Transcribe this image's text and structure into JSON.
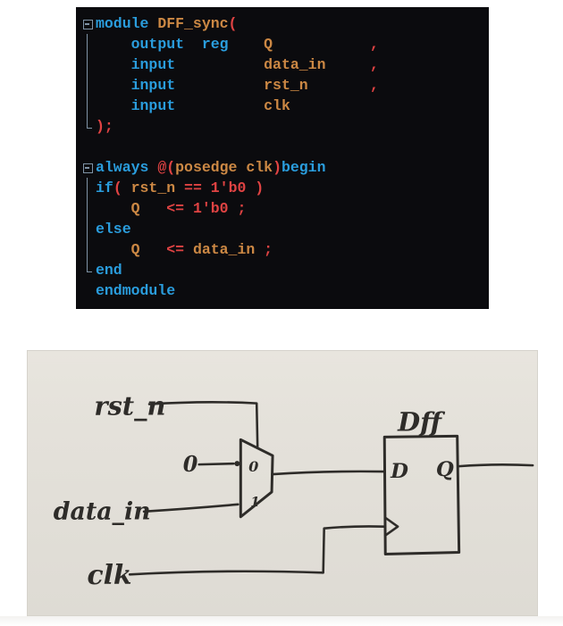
{
  "code_editor": {
    "background": "#0b0b0e",
    "colors": {
      "keyword": "#2a9ddd",
      "identifier": "#cc8844",
      "operator": "#e04343",
      "plain": "#c8c8c8",
      "fold_marker": "#7f93a6"
    },
    "lines": [
      {
        "gutter": "box",
        "tokens": [
          [
            "module",
            "kw"
          ],
          [
            " ",
            "pl"
          ],
          [
            "DFF_sync",
            "id"
          ],
          [
            "(",
            "op"
          ]
        ]
      },
      {
        "gutter": "line",
        "tokens": [
          [
            "    ",
            "pl"
          ],
          [
            "output",
            "kw"
          ],
          [
            "  ",
            "pl"
          ],
          [
            "reg",
            "kw"
          ],
          [
            "    ",
            "pl"
          ],
          [
            "Q",
            "id"
          ],
          [
            "           ",
            "pl"
          ],
          [
            ",",
            "op"
          ]
        ]
      },
      {
        "gutter": "line",
        "tokens": [
          [
            "    ",
            "pl"
          ],
          [
            "input",
            "kw"
          ],
          [
            "          ",
            "pl"
          ],
          [
            "data_in",
            "id"
          ],
          [
            "     ",
            "pl"
          ],
          [
            ",",
            "op"
          ]
        ]
      },
      {
        "gutter": "line",
        "tokens": [
          [
            "    ",
            "pl"
          ],
          [
            "input",
            "kw"
          ],
          [
            "          ",
            "pl"
          ],
          [
            "rst_n",
            "id"
          ],
          [
            "       ",
            "pl"
          ],
          [
            ",",
            "op"
          ]
        ]
      },
      {
        "gutter": "line",
        "tokens": [
          [
            "    ",
            "pl"
          ],
          [
            "input",
            "kw"
          ],
          [
            "          ",
            "pl"
          ],
          [
            "clk",
            "id"
          ]
        ]
      },
      {
        "gutter": "end",
        "tokens": [
          [
            ");",
            "op"
          ]
        ]
      },
      {
        "gutter": "",
        "tokens": [
          [
            "",
            "pl"
          ]
        ]
      },
      {
        "gutter": "box",
        "tokens": [
          [
            "always",
            "kw"
          ],
          [
            " ",
            "pl"
          ],
          [
            "@(",
            "op"
          ],
          [
            "posedge clk",
            "id"
          ],
          [
            ")",
            "op"
          ],
          [
            "begin",
            "kw"
          ]
        ]
      },
      {
        "gutter": "line",
        "tokens": [
          [
            "if",
            "kw"
          ],
          [
            "( ",
            "op"
          ],
          [
            "rst_n",
            "id"
          ],
          [
            " ",
            "pl"
          ],
          [
            "==",
            "op"
          ],
          [
            " ",
            "pl"
          ],
          [
            "1'b0",
            "op"
          ],
          [
            " )",
            "op"
          ]
        ]
      },
      {
        "gutter": "line",
        "tokens": [
          [
            "    ",
            "pl"
          ],
          [
            "Q",
            "id"
          ],
          [
            "   ",
            "pl"
          ],
          [
            "<=",
            "op"
          ],
          [
            " ",
            "pl"
          ],
          [
            "1'b0",
            "op"
          ],
          [
            " ;",
            "op"
          ]
        ]
      },
      {
        "gutter": "line",
        "tokens": [
          [
            "else",
            "kw"
          ]
        ]
      },
      {
        "gutter": "line",
        "tokens": [
          [
            "    ",
            "pl"
          ],
          [
            "Q",
            "id"
          ],
          [
            "   ",
            "pl"
          ],
          [
            "<=",
            "op"
          ],
          [
            " ",
            "pl"
          ],
          [
            "data_in",
            "id"
          ],
          [
            " ;",
            "op"
          ]
        ]
      },
      {
        "gutter": "end",
        "tokens": [
          [
            "end",
            "kw"
          ]
        ]
      },
      {
        "gutter": "",
        "tokens": [
          [
            "endmodule",
            "kw"
          ]
        ]
      }
    ]
  },
  "diagram": {
    "paper_color": "#e4e1da",
    "ink_color": "#2e2c29",
    "labels": {
      "rst_n": "rst_n",
      "zero_const": "0",
      "data_in": "data_in",
      "clk": "clk",
      "dff_title": "Dff",
      "d_pin": "D",
      "q_pin": "Q",
      "mux_in0": "0",
      "mux_in1": "1"
    }
  }
}
